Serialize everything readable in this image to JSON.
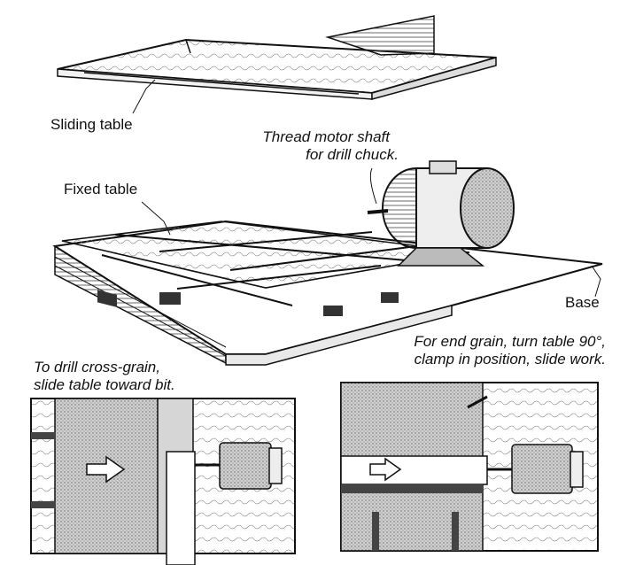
{
  "labels": {
    "sliding_table": "Sliding table",
    "thread_motor_1": "Thread motor shaft",
    "thread_motor_2": "for drill chuck.",
    "fixed_table": "Fixed table",
    "base": "Base",
    "end_grain_1": "For end grain, turn table 90°,",
    "end_grain_2": "clamp in position, slide work.",
    "cross_grain_1": "To drill cross-grain,",
    "cross_grain_2": "slide table toward bit."
  },
  "colors": {
    "ink": "#111111",
    "wood_hatch": "#555555",
    "light_fill": "#ffffff",
    "stipple": "#9a9a9a"
  }
}
